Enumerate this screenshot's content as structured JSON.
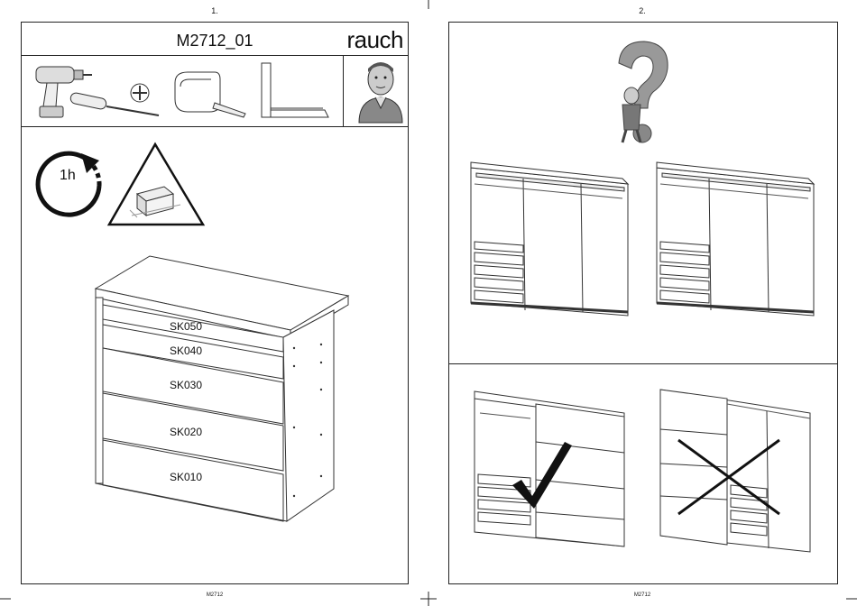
{
  "page_left": {
    "page_number": "1.",
    "header": {
      "model": "M2712_01",
      "brand": "rauch"
    },
    "tools": [
      "cordless-drill-icon",
      "screwdriver-icon",
      "phillips-bit-icon",
      "tape-measure-icon",
      "square-ruler-icon",
      "assistant-person-icon"
    ],
    "duration": "1h",
    "drawers": [
      "SK050",
      "SK040",
      "SK030",
      "SK020",
      "SK010"
    ],
    "footer": "M2712"
  },
  "page_right": {
    "page_number": "2.",
    "footer": "M2712"
  }
}
